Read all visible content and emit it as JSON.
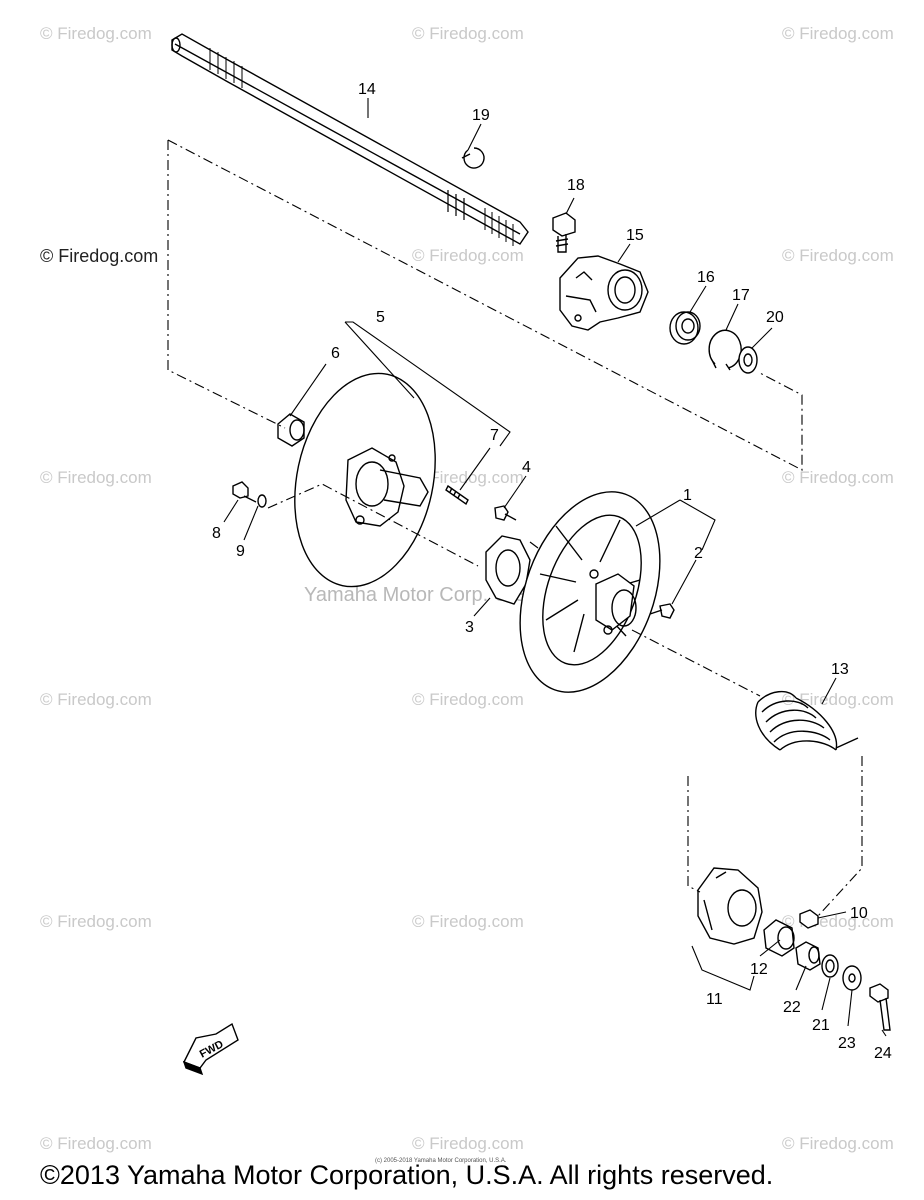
{
  "watermarks": {
    "text": "© Firedog.com",
    "dark_text": "© Firedog.com",
    "center_text": "Yamaha Motor Corp. U.S.A."
  },
  "callouts": [
    "1",
    "2",
    "3",
    "4",
    "5",
    "6",
    "7",
    "8",
    "9",
    "10",
    "11",
    "12",
    "13",
    "14",
    "15",
    "16",
    "17",
    "18",
    "19",
    "20",
    "21",
    "22",
    "23",
    "24"
  ],
  "fwd_label": "FWD",
  "tiny_text": "(c) 2005-2018 Yamaha Motor Corporation, U.S.A.",
  "copyright": "©2013 Yamaha Motor Corporation, U.S.A. All rights reserved."
}
